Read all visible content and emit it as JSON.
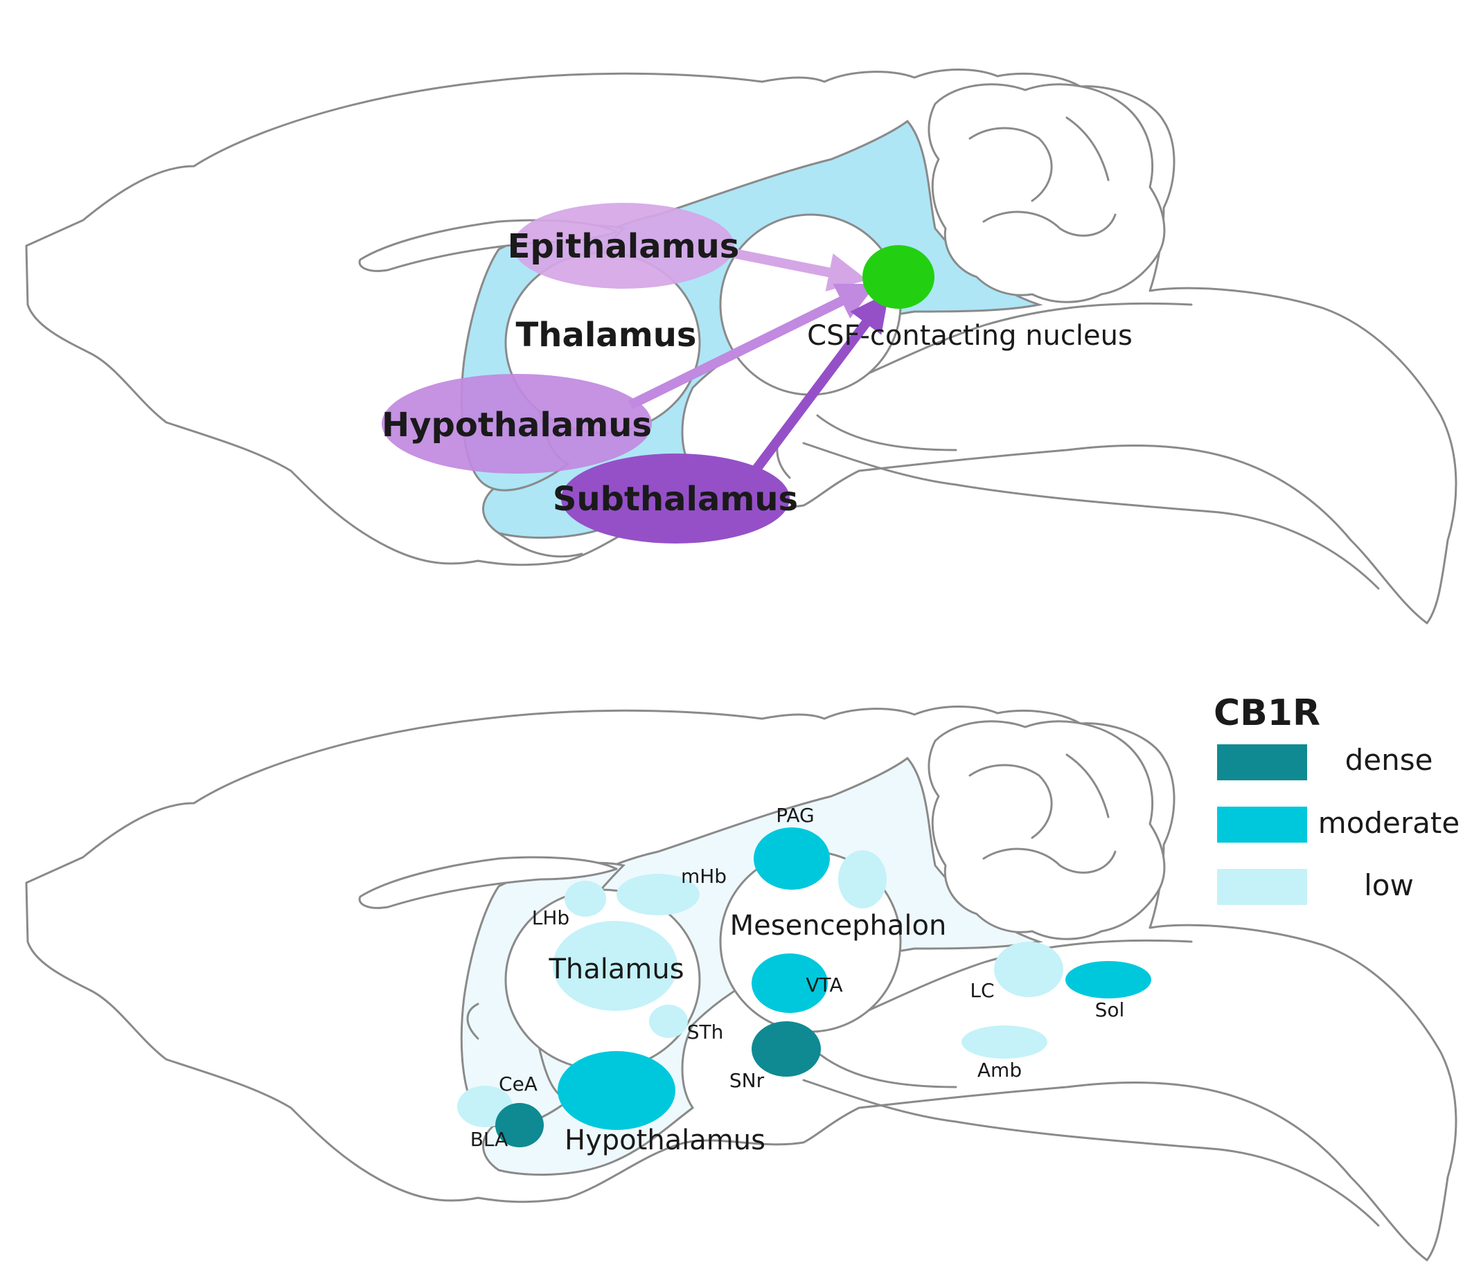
{
  "colors": {
    "epithalamus": "#d5a6e6",
    "hypothalamus_top": "#c189e0",
    "subthalamus": "#9550c8",
    "csf_nucleus": "#22d011",
    "csf_space": "#aee6f6",
    "dense": "#0f8a92",
    "moderate": "#00c8dc",
    "low": "#c4f2f8"
  },
  "top_panel": {
    "labels": {
      "epithalamus": "Epithalamus",
      "thalamus": "Thalamus",
      "hypothalamus": "Hypothalamus",
      "subthalamus": "Subthalamus",
      "csf_nucleus": "CSF-contacting nucleus"
    }
  },
  "bottom_panel": {
    "labels": {
      "pag": "PAG",
      "mhb": "mHb",
      "lhb": "LHb",
      "mesencephalon": "Mesencephalon",
      "thalamus": "Thalamus",
      "vta": "VTA",
      "lc": "LC",
      "sol": "Sol",
      "sth": "STh",
      "snr": "SNr",
      "amb": "Amb",
      "cea": "CeA",
      "bla": "BLA",
      "hypothalamus": "Hypothalamus"
    },
    "regions": [
      {
        "id": "pag",
        "density": "moderate"
      },
      {
        "id": "pag-adjacent",
        "density": "low"
      },
      {
        "id": "mhb",
        "density": "low"
      },
      {
        "id": "lhb",
        "density": "low"
      },
      {
        "id": "thalamus",
        "density": "low"
      },
      {
        "id": "vta",
        "density": "moderate"
      },
      {
        "id": "lc",
        "density": "low"
      },
      {
        "id": "sol",
        "density": "moderate"
      },
      {
        "id": "sth",
        "density": "low"
      },
      {
        "id": "snr",
        "density": "dense"
      },
      {
        "id": "amb",
        "density": "low"
      },
      {
        "id": "cea",
        "density": "low"
      },
      {
        "id": "bla",
        "density": "dense"
      },
      {
        "id": "hypothalamus",
        "density": "moderate"
      }
    ]
  },
  "legend": {
    "title": "CB1R",
    "items": [
      {
        "label": "dense",
        "color": "#0f8a92"
      },
      {
        "label": "moderate",
        "color": "#00c8dc"
      },
      {
        "label": "low",
        "color": "#c4f2f8"
      }
    ]
  }
}
